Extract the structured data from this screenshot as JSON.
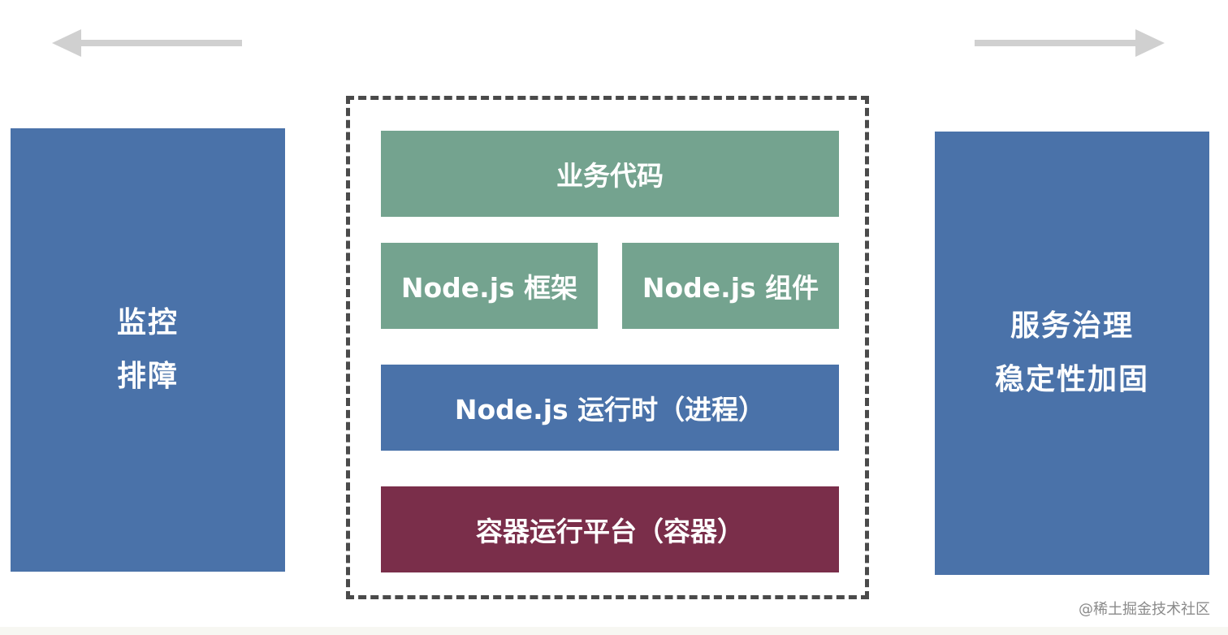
{
  "left_panel": {
    "lines": [
      "监控",
      "排障"
    ]
  },
  "right_panel": {
    "lines": [
      "服务治理",
      "稳定性加固"
    ]
  },
  "stack": {
    "business_code": "业务代码",
    "nodejs_framework": "Node.js 框架",
    "nodejs_component": "Node.js 组件",
    "nodejs_runtime": "Node.js 运行时（进程）",
    "container_platform": "容器运行平台（容器）"
  },
  "watermark": "@稀土掘金技术社区",
  "colors": {
    "green_layer": "#74a38f",
    "blue_layer": "#4a72a9",
    "maroon_layer": "#7a2e4a",
    "arrow": "#d0d0d0",
    "frame_border": "#4a4a4a"
  },
  "icons": {
    "left_arrow": "arrow-left-icon",
    "right_arrow": "arrow-right-icon"
  }
}
